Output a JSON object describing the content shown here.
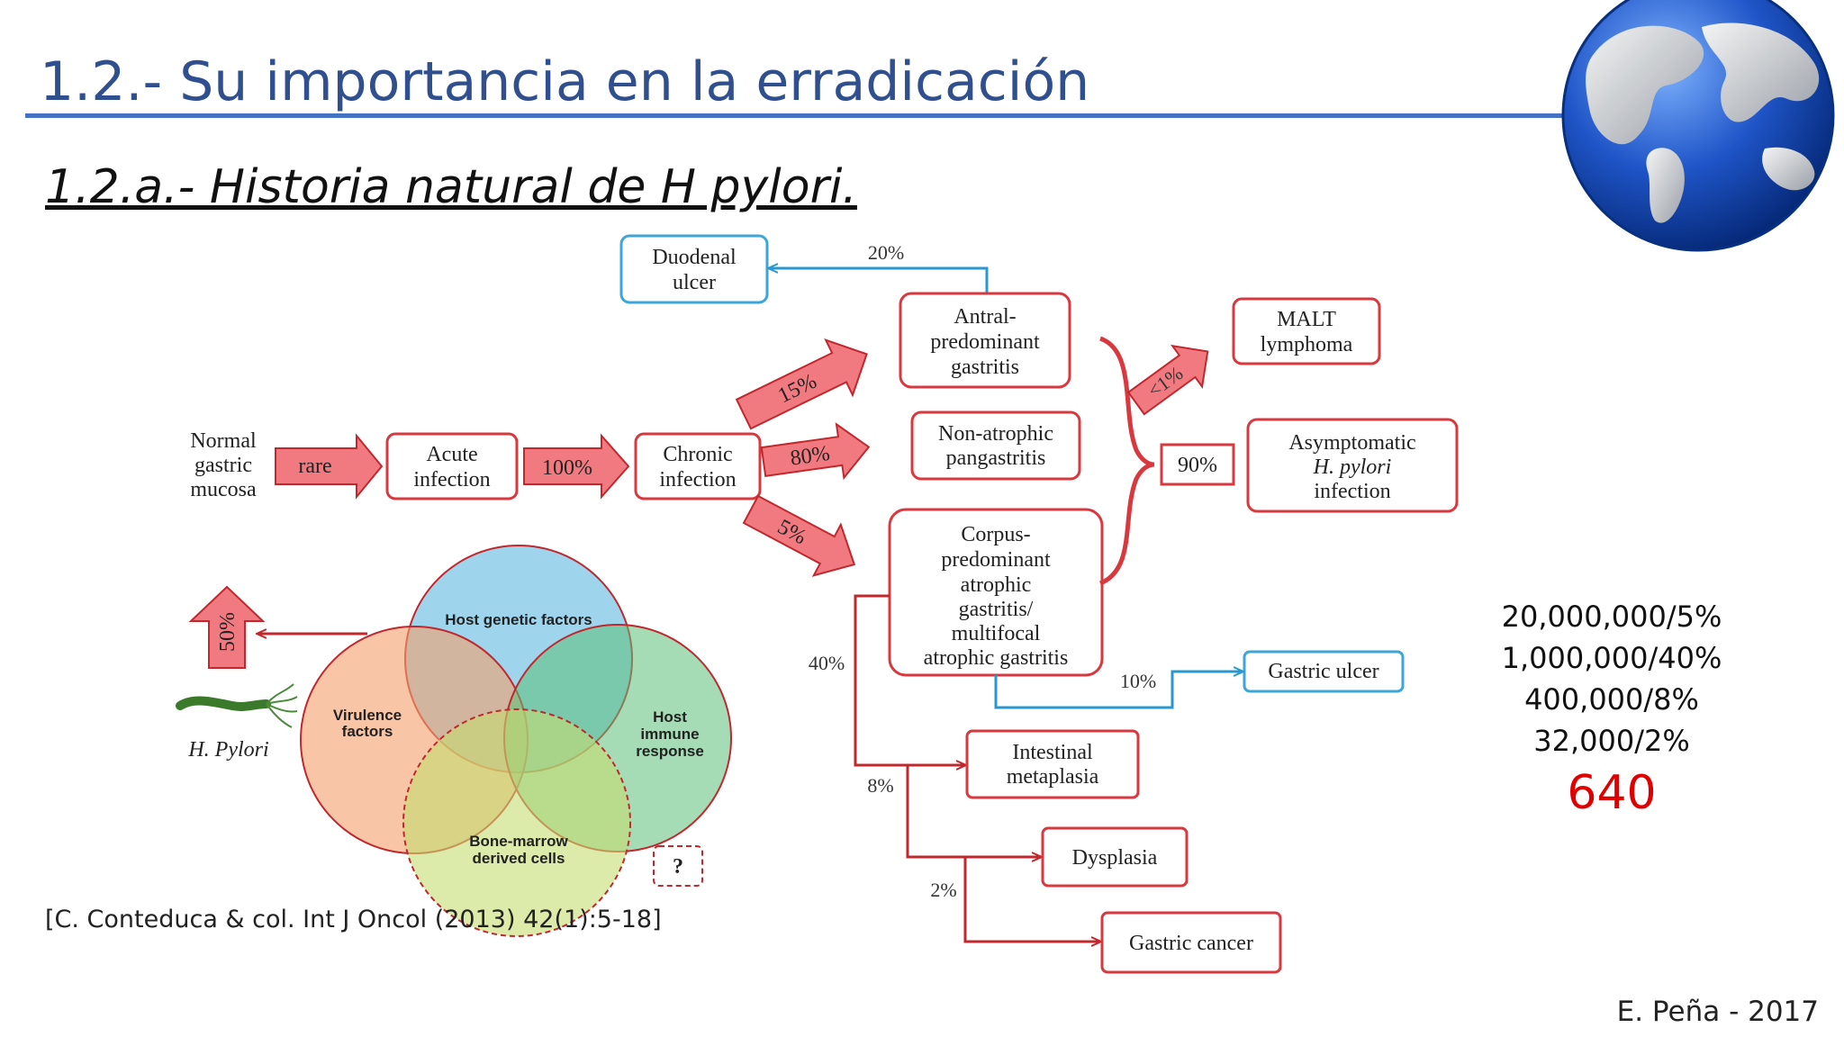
{
  "slide": {
    "title": "1.2.- Su importancia en la erradicación",
    "subtitle": "1.2.a.- Historia natural de H pylori.",
    "citation": "[C. Conteduca & col. Int J Oncol (2013) 42(1):5-18]",
    "author": "E. Peña - 2017"
  },
  "diagram": {
    "normal_mucosa": [
      "Normal",
      "gastric",
      "mucosa"
    ],
    "rare": "rare",
    "acute_infection": [
      "Acute",
      "infection"
    ],
    "pct_100": "100%",
    "chronic_infection": [
      "Chronic",
      "infection"
    ],
    "pct_15": "15%",
    "pct_80": "80%",
    "pct_5": "5%",
    "antral": [
      "Antral-",
      "predominant",
      "gastritis"
    ],
    "duodenal_ulcer": [
      "Duodenal",
      "ulcer"
    ],
    "pct_20": "20%",
    "non_atrophic": [
      "Non-atrophic",
      "pangastritis"
    ],
    "corpus": [
      "Corpus-",
      "predominant",
      "atrophic",
      "gastritis/",
      "multifocal",
      "atrophic gastritis"
    ],
    "pct_lt1": "<1%",
    "malt": [
      "MALT",
      "lymphoma"
    ],
    "pct_90": "90%",
    "asymptomatic": [
      "Asymptomatic",
      "H. pylori",
      "infection"
    ],
    "pct_10": "10%",
    "gastric_ulcer": "Gastric ulcer",
    "pct_40": "40%",
    "intestinal_metaplasia": [
      "Intestinal",
      "metaplasia"
    ],
    "pct_8": "8%",
    "dysplasia": "Dysplasia",
    "pct_2": "2%",
    "gastric_cancer": "Gastric cancer",
    "pct_50": "50%",
    "h_pylori_label": "H. Pylori",
    "venn": {
      "host_genetic": "Host genetic factors",
      "virulence": [
        "Virulence",
        "factors"
      ],
      "host_immune": [
        "Host",
        "immune",
        "response"
      ],
      "bone_marrow": [
        "Bone-marrow",
        "derived cells"
      ],
      "question": "?"
    }
  },
  "stats": {
    "lines": [
      "20,000,000/5%",
      "1,000,000/40%",
      "400,000/8%",
      "32,000/2%"
    ],
    "total": "640",
    "total_color": "#e00000"
  },
  "colors": {
    "title": "#2f4f8f",
    "rule": "#4472c4",
    "box_red": "#d9383e",
    "box_blue": "#3ca6d8",
    "arrow_fill": "#f07a80"
  },
  "icons": {
    "globe": "globe-icon",
    "bacterium": "bacterium-icon"
  }
}
